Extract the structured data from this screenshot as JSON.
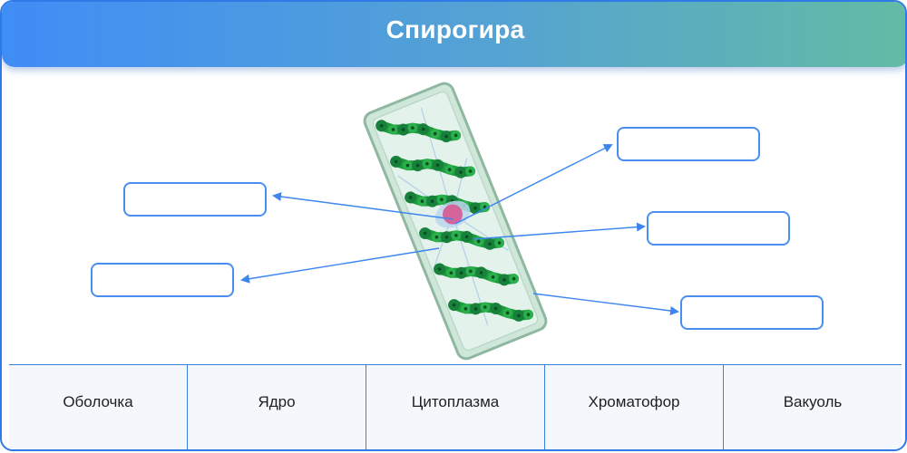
{
  "header": {
    "title": "Спирогира"
  },
  "diagram": {
    "drop_boxes": [
      "",
      "",
      "",
      "",
      ""
    ]
  },
  "bank": {
    "terms": [
      "Оболочка",
      "Ядро",
      "Цитоплазма",
      "Хроматофор",
      "Вакуоль"
    ]
  },
  "colors": {
    "accent": "#2f7ae6",
    "header_start": "#3f8df6",
    "header_end": "#64bba4",
    "chloroplast": "#1d9a3c",
    "nucleus": "#d4649a"
  }
}
